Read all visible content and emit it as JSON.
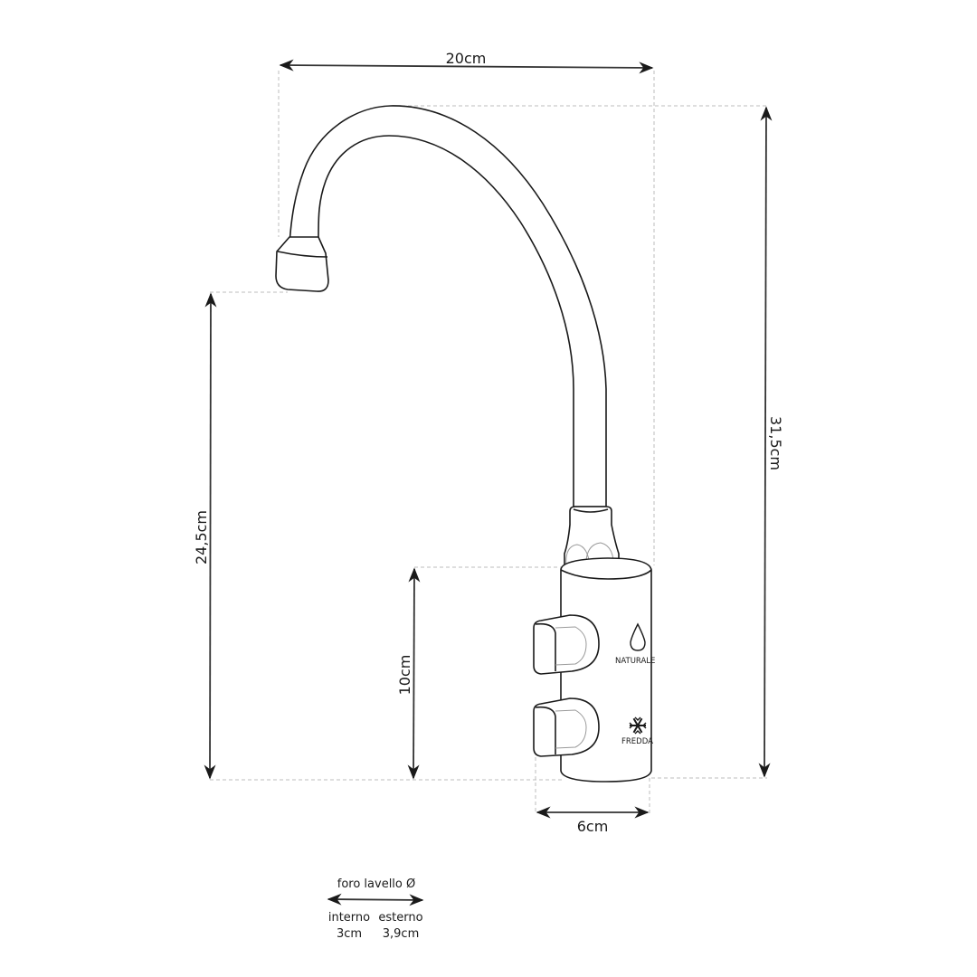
{
  "diagram": {
    "subject": "Kitchen water tap (faucet) with dimensions",
    "dimensions": {
      "total_width": "20cm",
      "total_height": "31,5cm",
      "spout_height": "24,5cm",
      "body_height": "10cm",
      "body_width": "6cm"
    },
    "buttons": [
      {
        "label": "NATURALE",
        "icon": "water-drop-icon"
      },
      {
        "label": "FREDDA",
        "icon": "snowflake-icon"
      }
    ],
    "sink_hole": {
      "title": "foro lavello Ø",
      "internal_label": "interno",
      "internal_value": "3cm",
      "external_label": "esterno",
      "external_value": "3,9cm"
    },
    "colors": {
      "line": "#1a1a1a",
      "guide": "#bdbdbd",
      "background": "#ffffff"
    }
  }
}
